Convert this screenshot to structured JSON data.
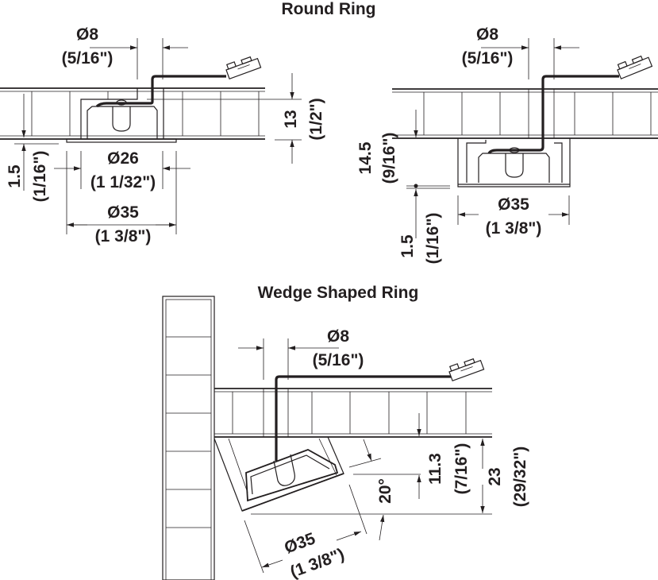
{
  "titles": {
    "round": "Round Ring",
    "wedge": "Wedge Shaped Ring"
  },
  "left": {
    "cable_dia": "Ø8",
    "cable_dia_in": "(5/16\")",
    "height": "13",
    "height_in": "(1/2\")",
    "flange": "1.5",
    "flange_in": "(1/16\")",
    "inner_dia": "Ø26",
    "inner_dia_in": "(1 1/32\")",
    "outer_dia": "Ø35",
    "outer_dia_in": "(1 3/8\")"
  },
  "right": {
    "cable_dia": "Ø8",
    "cable_dia_in": "(5/16\")",
    "height": "14.5",
    "height_in": "(9/16\")",
    "flange": "1.5",
    "flange_in": "(1/16\")",
    "outer_dia": "Ø35",
    "outer_dia_in": "(1 3/8\")"
  },
  "wedge": {
    "cable_dia": "Ø8",
    "cable_dia_in": "(5/16\")",
    "depth": "11.3",
    "depth_in": "(7/16\")",
    "total": "23",
    "total_in": "(29/32\")",
    "angle": "20°",
    "outer_dia": "Ø35",
    "outer_dia_in": "(1 3/8\")"
  }
}
